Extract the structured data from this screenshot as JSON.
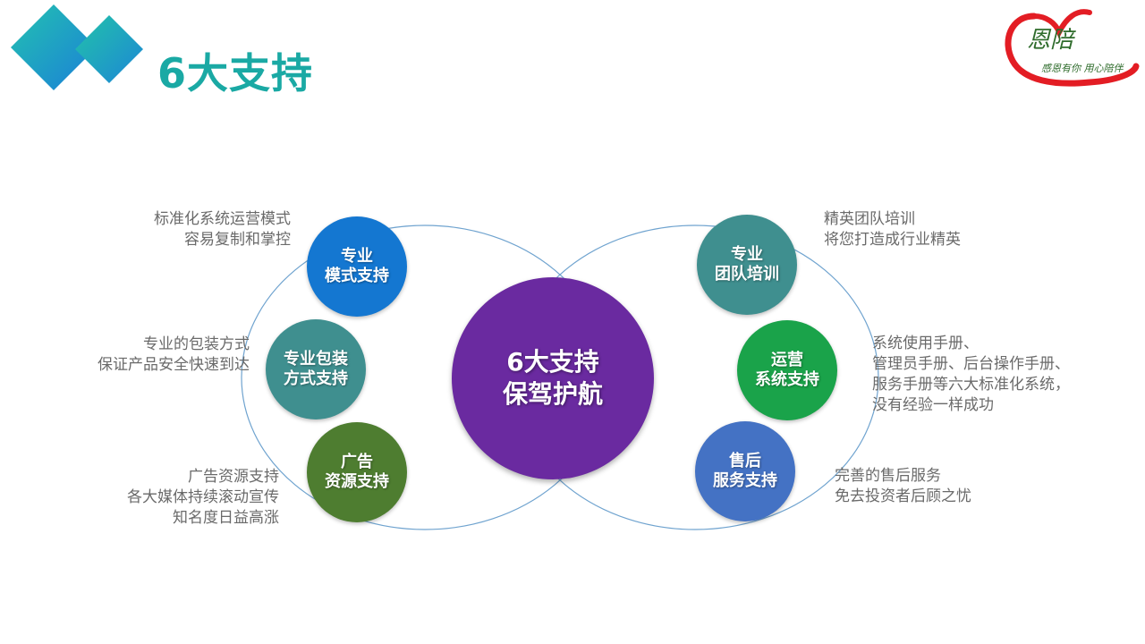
{
  "title": "6大支持",
  "logo": {
    "name": "恩陪",
    "slogan": "感恩有你 用心陪伴"
  },
  "center": {
    "line1": "6大支持",
    "line2": "保驾护航",
    "color": "#6a2aa0"
  },
  "nodes": [
    {
      "line1": "专业",
      "line2": "模式支持",
      "color": "#1477d1"
    },
    {
      "line1": "专业包装",
      "line2": "方式支持",
      "color": "#3f8f8f"
    },
    {
      "line1": "广告",
      "line2": "资源支持",
      "color": "#4e7d30"
    },
    {
      "line1": "专业",
      "line2": "团队培训",
      "color": "#3f8f8f"
    },
    {
      "line1": "运营",
      "line2": "系统支持",
      "color": "#1aa34a"
    },
    {
      "line1": "售后",
      "line2": "服务支持",
      "color": "#4472c4"
    }
  ],
  "descriptions": [
    {
      "lines": [
        "标准化系统运营模式",
        "容易复制和掌控"
      ]
    },
    {
      "lines": [
        "专业的包装方式",
        "保证产品安全快速到达"
      ]
    },
    {
      "lines": [
        "广告资源支持",
        "各大媒体持续滚动宣传",
        "知名度日益高涨"
      ]
    },
    {
      "lines": [
        "精英团队培训",
        "将您打造成行业精英"
      ]
    },
    {
      "lines": [
        "系统使用手册、",
        "管理员手册、后台操作手册、",
        "服务手册等六大标准化系统，",
        "没有经验一样成功"
      ]
    },
    {
      "lines": [
        "完善的售后服务",
        "免去投资者后顾之忧"
      ]
    }
  ]
}
